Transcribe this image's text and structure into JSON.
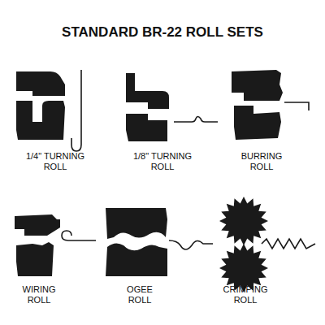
{
  "diagram": {
    "title": "STANDARD BR-22 ROLL SETS",
    "labels": [
      "1/4\" TURNING ROLL",
      "1/8\" TURNING ROLL",
      "BURRING ROLL",
      "WIRING ROLL",
      "OGEE ROLL",
      "CRIMPING ROLL"
    ]
  }
}
